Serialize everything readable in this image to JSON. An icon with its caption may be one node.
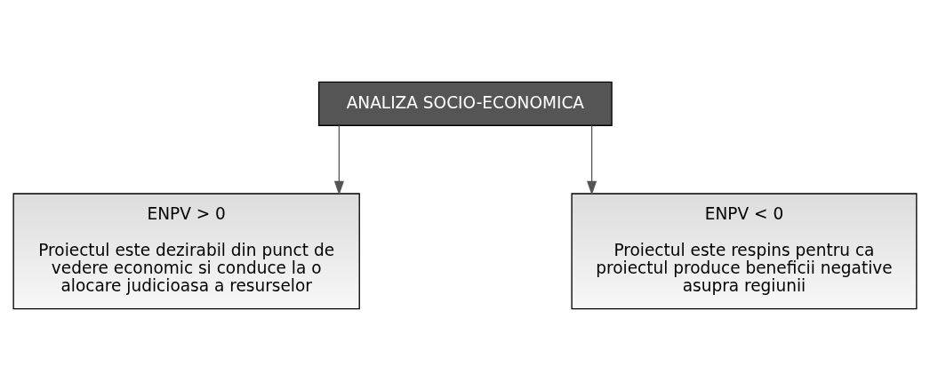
{
  "diagram": {
    "nodes": [
      {
        "text": [
          "ANALIZA SOCIO-ECONOMICA"
        ]
      },
      {
        "text": [
          "ENPV > 0",
          "Proiectul este dezirabil din punct de vedere economic si conduce la o alocare judicioasa a resurselor"
        ]
      },
      {
        "text": [
          "ENPV < 0",
          "Proiectul este respins pentru ca proiectul produce beneficii negative asupra regiunii"
        ]
      }
    ],
    "edges": [
      {
        "from": 0,
        "to": 1,
        "arrow": "to"
      },
      {
        "from": 0,
        "to": 2,
        "arrow": "to"
      }
    ]
  }
}
